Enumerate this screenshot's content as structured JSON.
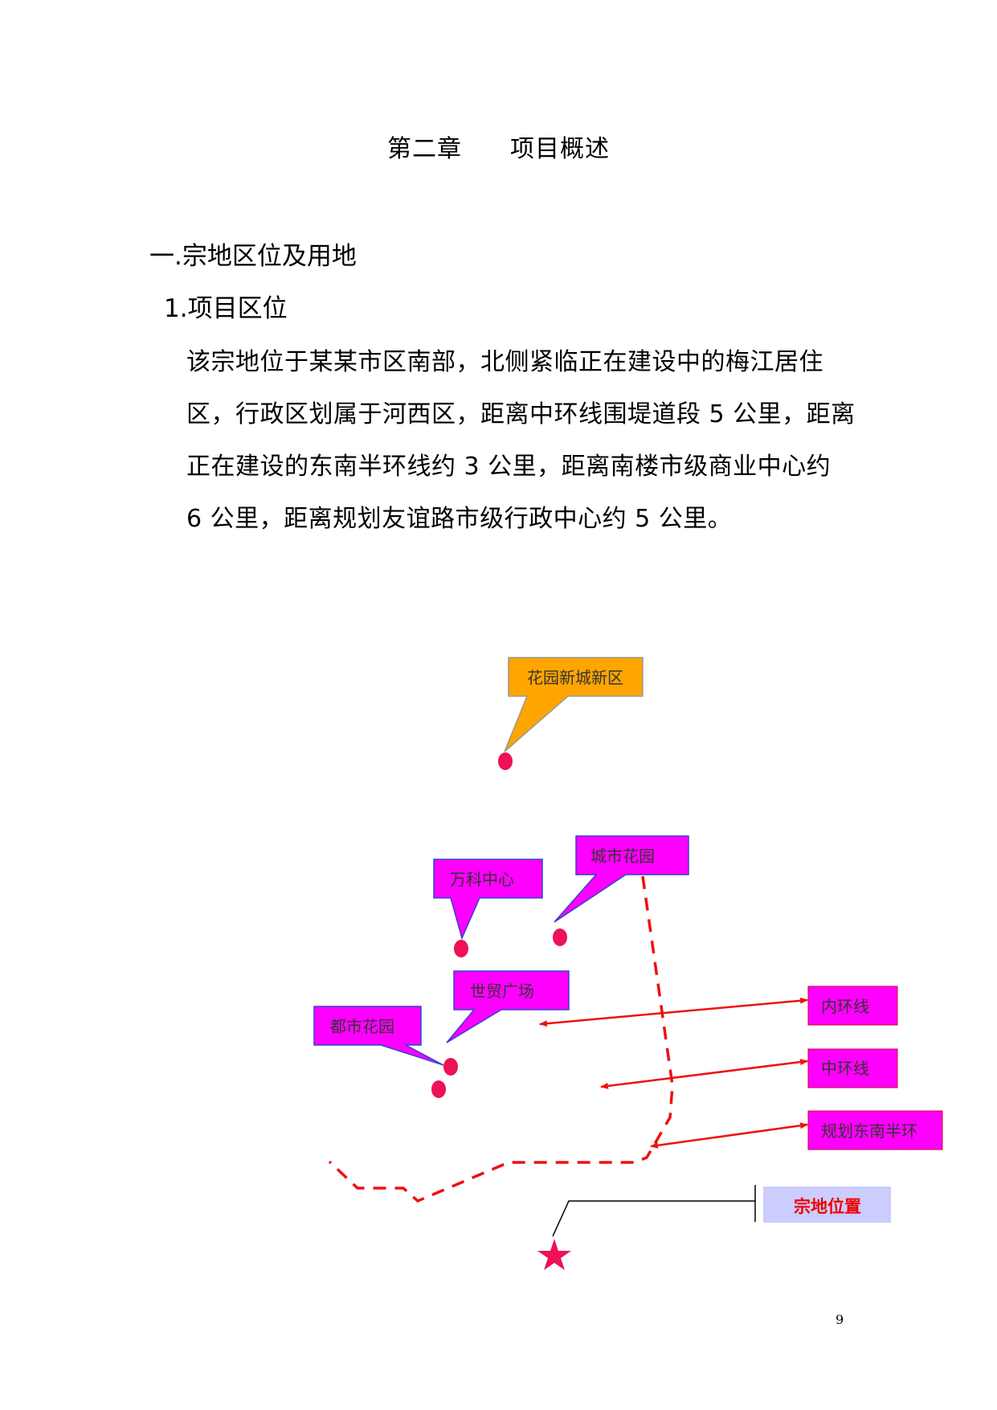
{
  "chapter": {
    "number": "第二章",
    "title": "项目概述"
  },
  "section": {
    "heading": "一.宗地区位及用地"
  },
  "subsection": {
    "heading": "1.项目区位"
  },
  "body": {
    "lines": [
      "该宗地位于某某市区南部，北侧紧临正在建设中的梅江居住",
      "区，行政区划属于河西区，距离中环线围堤道段 5 公里，距离",
      "正在建设的东南半环线约  3 公里，距离南楼市级商业中心约",
      "6 公里，距离规划友谊路市级行政中心约 5 公里。"
    ]
  },
  "map": {
    "callouts": {
      "huayuan_xincheng": "花园新城新区",
      "wanke_center": "万科中心",
      "chengshi_huayuan": "城市花园",
      "shimao_plaza": "世贸广场",
      "dushi_huayuan": "都市花园"
    },
    "ring_labels": {
      "inner": "内环线",
      "middle": "中环线",
      "southeast": "规划东南半环"
    },
    "site_label": "宗地位置",
    "colors": {
      "orange_callout": "#ffa500",
      "magenta_callout": "#ff00ff",
      "callout_border": "#3344cc",
      "marker": "#ee1155",
      "arrow": "#ee1111",
      "site_box": "#ccccff",
      "site_text": "#ee0000"
    }
  },
  "page_number": "9"
}
